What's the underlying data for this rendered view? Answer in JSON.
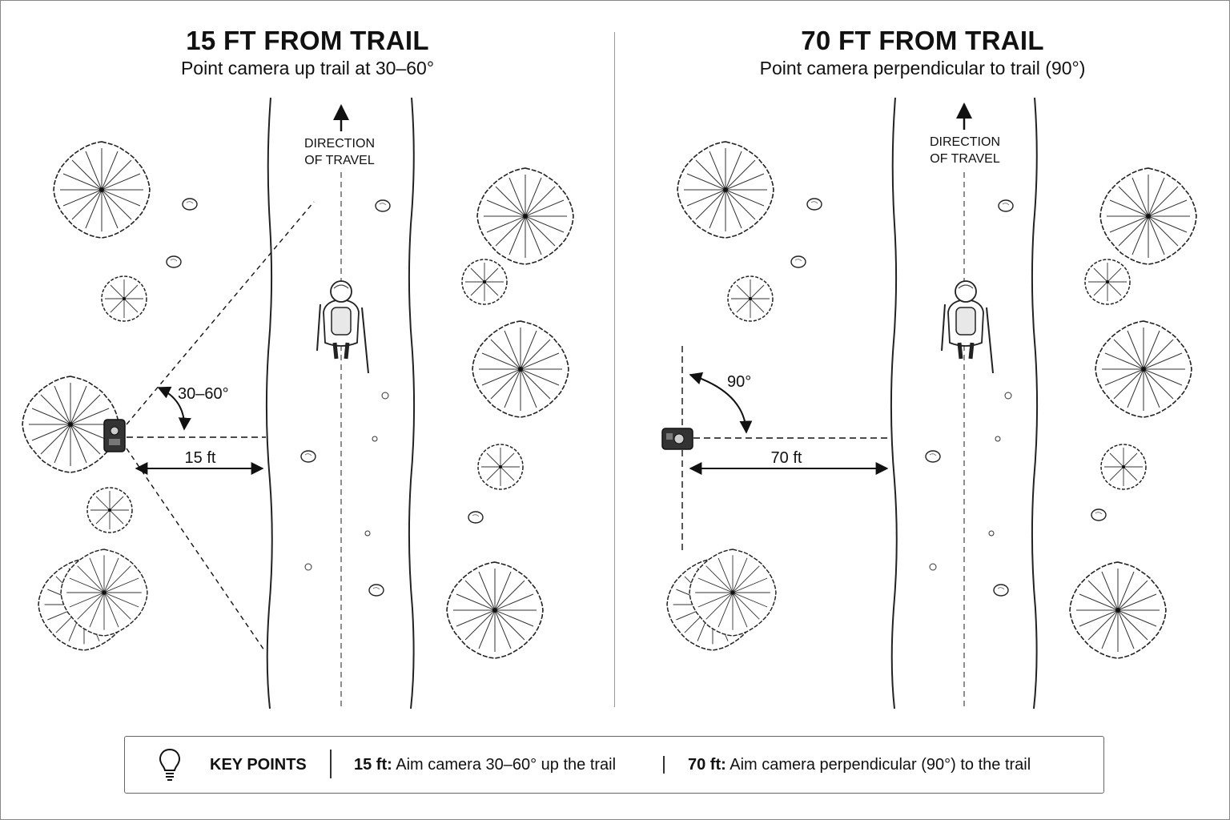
{
  "panels": [
    {
      "title": "15 FT FROM TRAIL",
      "subtitle": "Point camera up trail at 30–60°",
      "direction_line1": "DIRECTION",
      "direction_line2": "OF TRAVEL",
      "angle_label": "30–60°",
      "distance_label": "15 ft"
    },
    {
      "title": "70 FT FROM TRAIL",
      "subtitle": "Point camera perpendicular to trail (90°)",
      "direction_line1": "DIRECTION",
      "direction_line2": "OF TRAVEL",
      "angle_label": "90°",
      "distance_label": "70 ft"
    }
  ],
  "key_points": {
    "title": "KEY POINTS",
    "icon": "lightbulb-icon",
    "items": [
      {
        "label": "15 ft:",
        "text": "Aim camera 30–60° up the trail"
      },
      {
        "label": "70 ft:",
        "text": "Aim camera perpendicular (90°) to the trail"
      }
    ]
  },
  "colors": {
    "ink": "#111111",
    "border": "#888888"
  }
}
